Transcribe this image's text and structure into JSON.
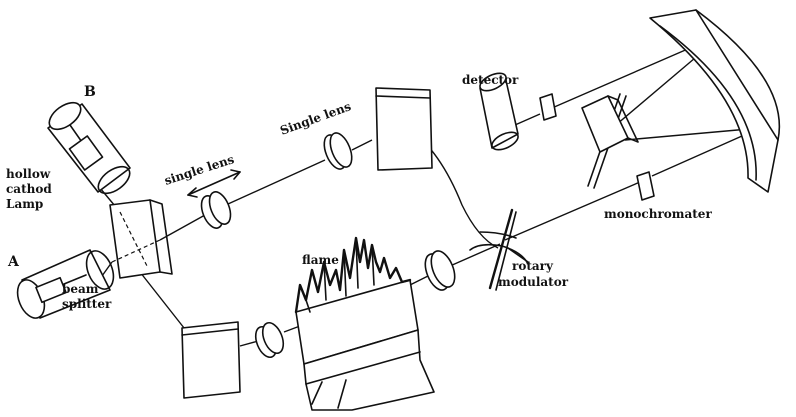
{
  "labels": {
    "lamp_b": "B",
    "lamp_a": "A",
    "hollow_cathode": [
      "hollow",
      "cathod",
      "Lamp"
    ],
    "beam_splitter": [
      "beam",
      "splitter"
    ],
    "single_lens_left": "single lens",
    "single_lens_top": "Single lens",
    "detector": "detector",
    "monochromater": "monochromater",
    "flame": "flame",
    "rotary_modulator": [
      "rotary",
      "modulator"
    ]
  }
}
